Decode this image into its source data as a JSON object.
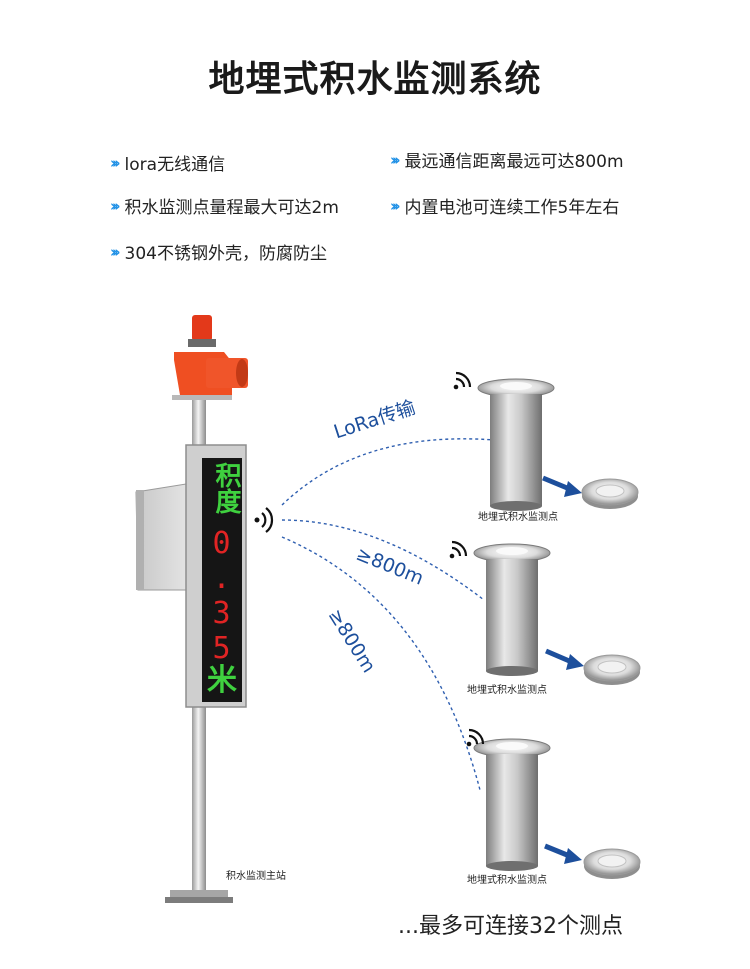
{
  "title": "地埋式积水监测系统",
  "features": [
    "lora无线通信",
    "最远通信距离最远可达800m",
    "积水监测点量程最大可达2m",
    "内置电池可连续工作5年左右",
    "304不锈钢外壳，防腐防尘"
  ],
  "display": {
    "line1": "积度",
    "line2": "0.35",
    "line3": "米"
  },
  "station_label": "积水监测主站",
  "node_label": "地埋式积水监测点",
  "link_labels": [
    "LoRa传输",
    "≥800m",
    "≥800m"
  ],
  "bottom_note": "...最多可连接32个测点",
  "colors": {
    "accent": "#1e90e6",
    "link": "#1d4f9c",
    "led_green": "#3fd13f",
    "led_red": "#e02424",
    "alarm": "#ee4a1c"
  }
}
